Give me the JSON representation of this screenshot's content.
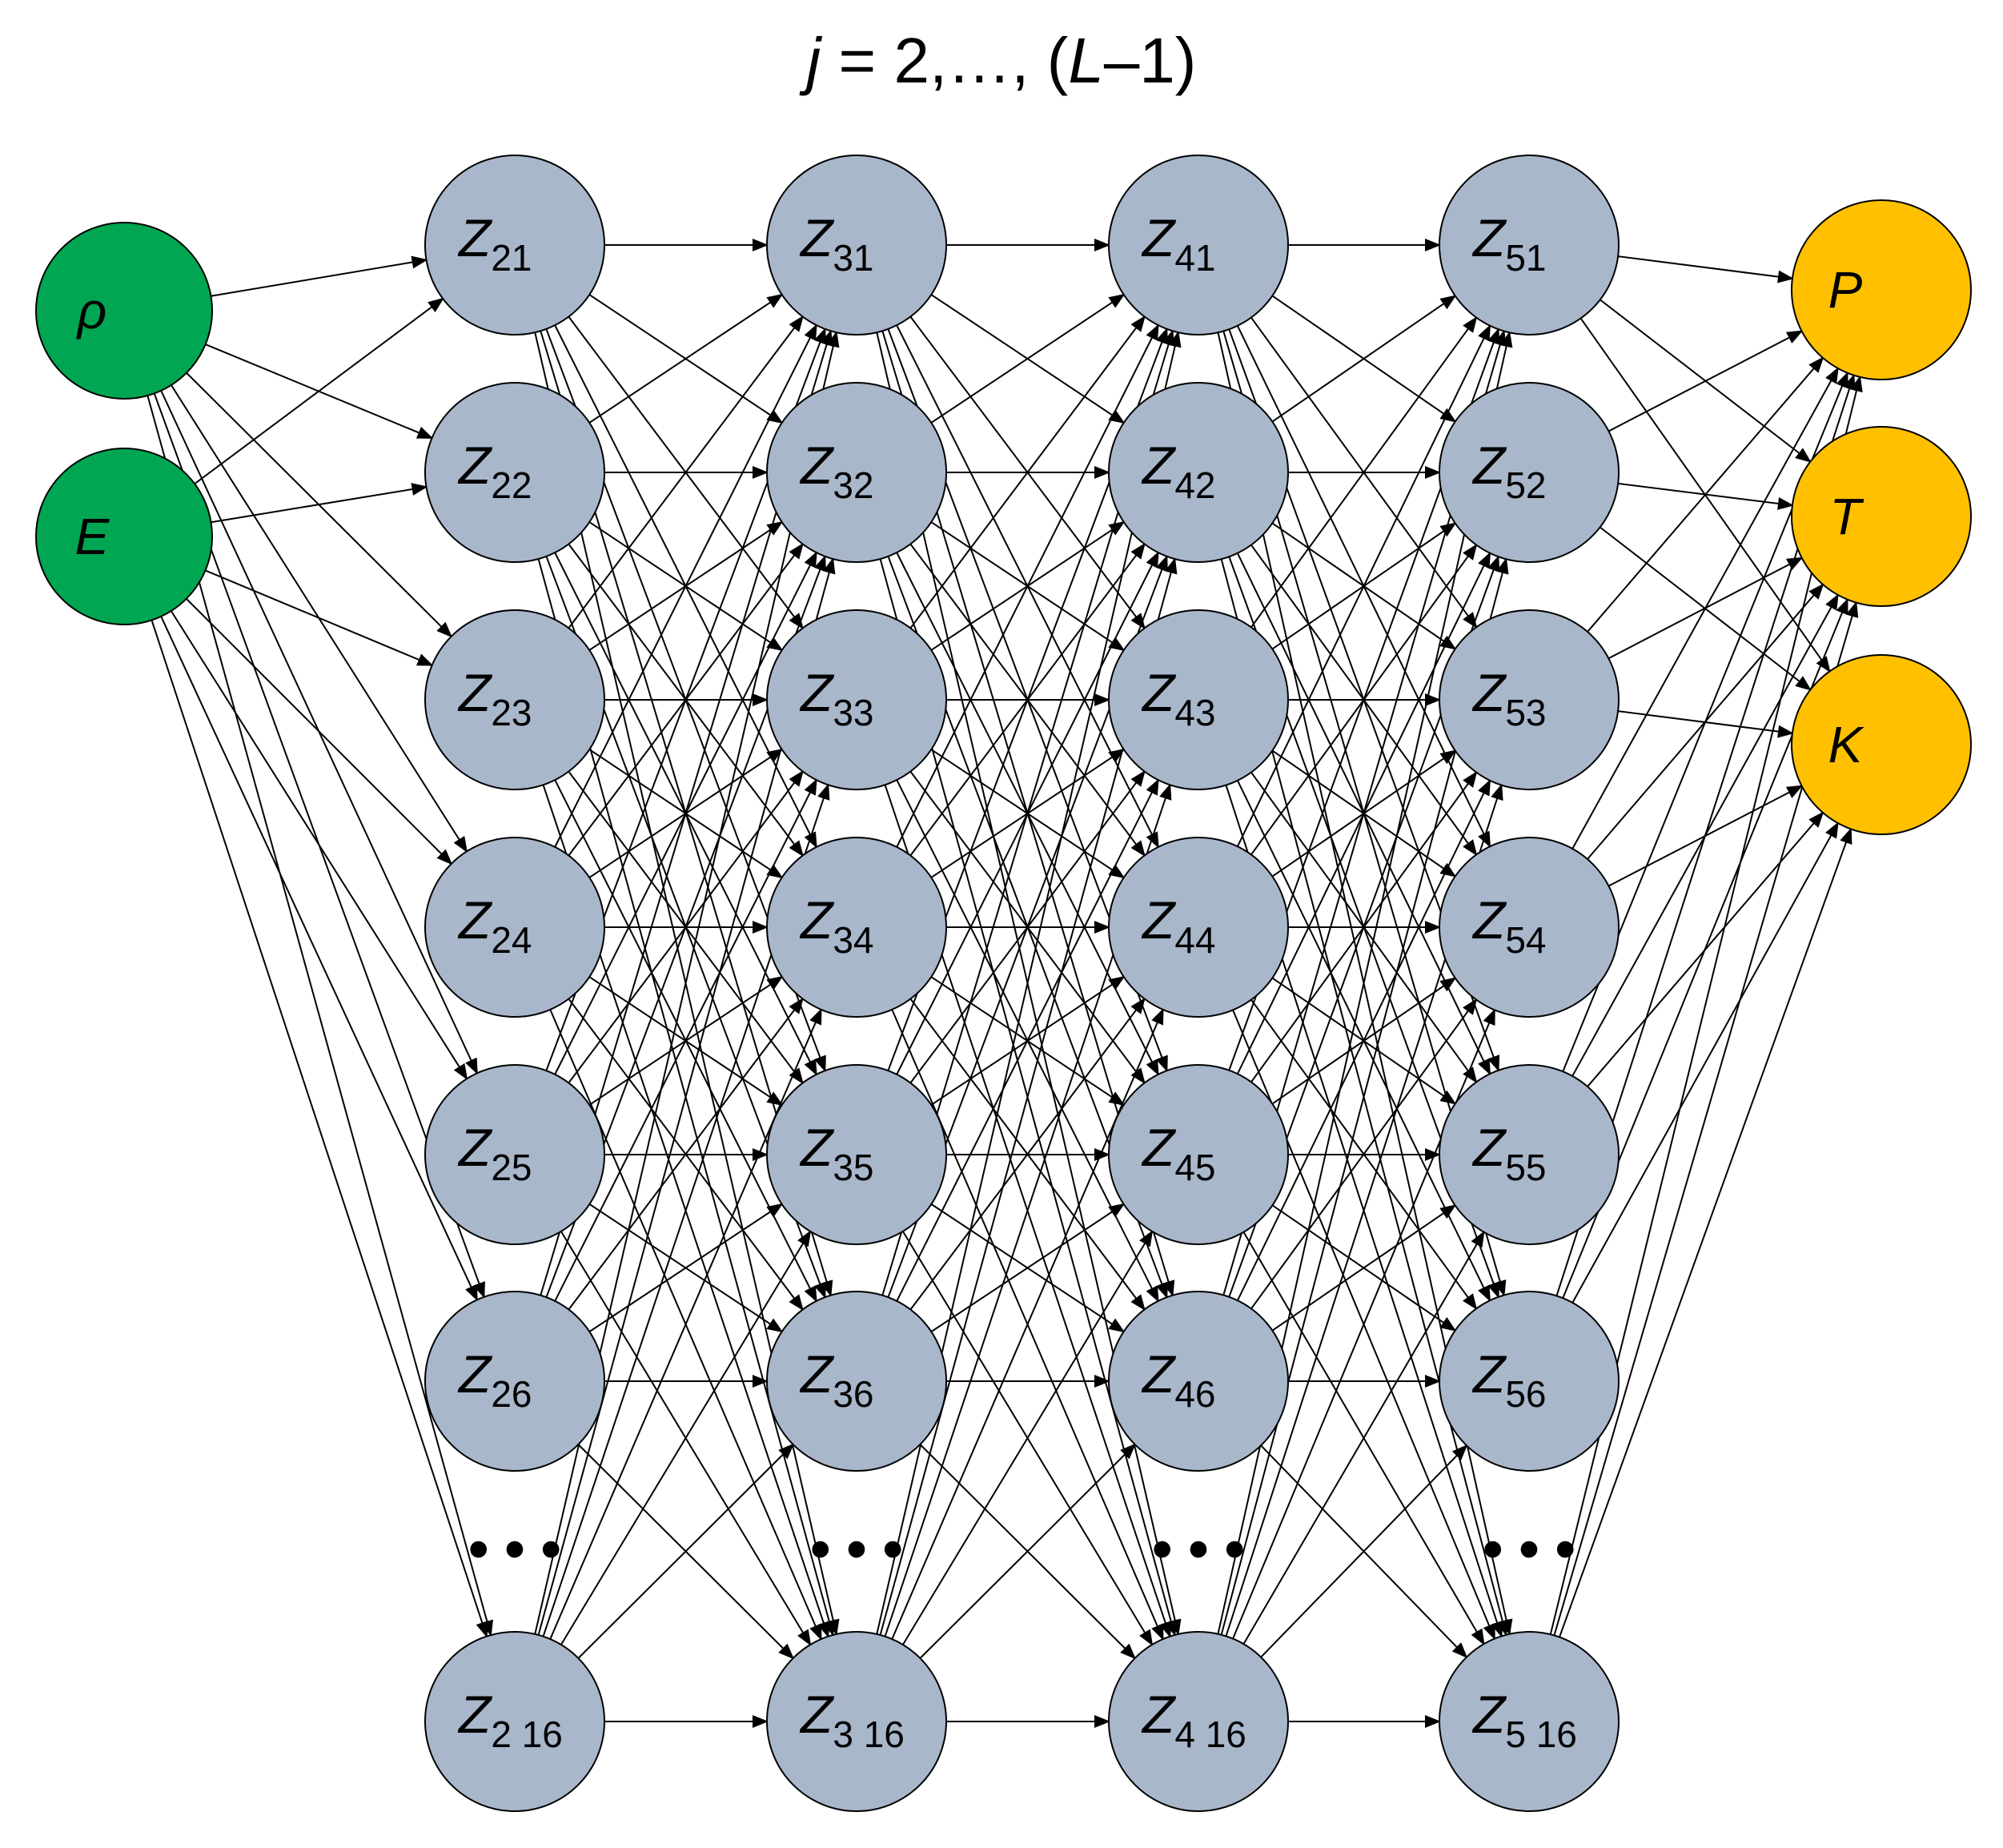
{
  "title": {
    "j_var": "j",
    "mid": " = 2,…, (",
    "l_var": "L",
    "end": "–1)"
  },
  "colors": {
    "input_fill": "#00A651",
    "hidden_fill": "#A9B7CB",
    "output_fill": "#FFC000",
    "node_stroke": "#000000",
    "edge": "#000000"
  },
  "ellipsis": "• • •",
  "input_nodes": [
    {
      "label": "ρ"
    },
    {
      "label": "E"
    }
  ],
  "hidden_layers": [
    {
      "layer": "2",
      "nodes": [
        {
          "main": "Z",
          "sub": "21"
        },
        {
          "main": "Z",
          "sub": "22"
        },
        {
          "main": "Z",
          "sub": "23"
        },
        {
          "main": "Z",
          "sub": "24"
        },
        {
          "main": "Z",
          "sub": "25"
        },
        {
          "main": "Z",
          "sub": "26"
        },
        {
          "main": "Z",
          "sub": "2 16"
        }
      ]
    },
    {
      "layer": "3",
      "nodes": [
        {
          "main": "Z",
          "sub": "31"
        },
        {
          "main": "Z",
          "sub": "32"
        },
        {
          "main": "Z",
          "sub": "33"
        },
        {
          "main": "Z",
          "sub": "34"
        },
        {
          "main": "Z",
          "sub": "35"
        },
        {
          "main": "Z",
          "sub": "36"
        },
        {
          "main": "Z",
          "sub": "3 16"
        }
      ]
    },
    {
      "layer": "4",
      "nodes": [
        {
          "main": "Z",
          "sub": "41"
        },
        {
          "main": "Z",
          "sub": "42"
        },
        {
          "main": "Z",
          "sub": "43"
        },
        {
          "main": "Z",
          "sub": "44"
        },
        {
          "main": "Z",
          "sub": "45"
        },
        {
          "main": "Z",
          "sub": "46"
        },
        {
          "main": "Z",
          "sub": "4 16"
        }
      ]
    },
    {
      "layer": "5",
      "nodes": [
        {
          "main": "Z",
          "sub": "51"
        },
        {
          "main": "Z",
          "sub": "52"
        },
        {
          "main": "Z",
          "sub": "53"
        },
        {
          "main": "Z",
          "sub": "54"
        },
        {
          "main": "Z",
          "sub": "55"
        },
        {
          "main": "Z",
          "sub": "56"
        },
        {
          "main": "Z",
          "sub": "5 16"
        }
      ]
    }
  ],
  "output_nodes": [
    {
      "label": "P"
    },
    {
      "label": "T"
    },
    {
      "label": "K"
    }
  ]
}
